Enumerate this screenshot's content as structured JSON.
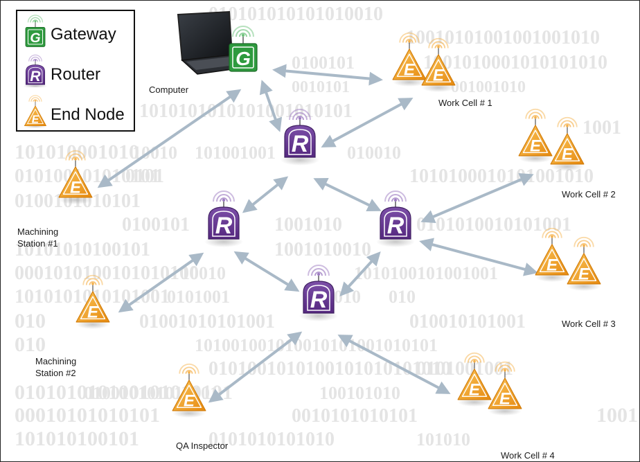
{
  "background": {
    "binary_strings": [
      "010101010101010010",
      "10010101001001001010",
      "0100101",
      "1001010001010101010",
      "0010101",
      "001001010",
      "1010101010101001010101",
      "1001",
      "101010001010",
      "10010",
      "101001001",
      "010010",
      "1010100010101001010",
      "010100101010101",
      "0101",
      "0100101010101",
      "0100101",
      "1001010",
      "0101010010101001",
      "10101010100101",
      "1001010010",
      "0001010100101010100",
      "10010",
      "1010100101001001",
      "1010101010101001",
      "0101001",
      "01010",
      "010",
      "010",
      "01001010101001",
      "010010101001",
      "010",
      "101001001010010101001010101",
      "0101001010100101010101010",
      "0101001001",
      "010101010100101010101",
      "010010101010101",
      "100101010",
      "00010101010101",
      "0010101010101",
      "1001",
      "101010100101",
      "0101010101010",
      "101010"
    ],
    "colors": {
      "binary": "#e4e4e4",
      "page": "#ffffff"
    }
  },
  "legend": {
    "items": [
      {
        "label": "Gateway",
        "icon": "gateway-icon",
        "letter": "G",
        "color": "#2e9a3e"
      },
      {
        "label": "Router",
        "icon": "router-icon",
        "letter": "R",
        "color": "#6a3c96"
      },
      {
        "label": "End Node",
        "icon": "end-node-icon",
        "letter": "E",
        "color": "#f2a325"
      }
    ]
  },
  "nodes": {
    "gateway": {
      "letter": "G",
      "label": "Computer",
      "color": "#2e9a3e"
    },
    "routers": [
      {
        "id": "router-top",
        "letter": "R"
      },
      {
        "id": "router-left",
        "letter": "R"
      },
      {
        "id": "router-right",
        "letter": "R"
      },
      {
        "id": "router-bottom",
        "letter": "R"
      }
    ],
    "end_nodes": [
      {
        "id": "work-cell-1",
        "label": "Work Cell # 1",
        "count": 2
      },
      {
        "id": "work-cell-2",
        "label": "Work Cell # 2",
        "count": 2
      },
      {
        "id": "work-cell-3",
        "label": "Work Cell # 3",
        "count": 2
      },
      {
        "id": "work-cell-4",
        "label": "Work Cell # 4",
        "count": 2
      },
      {
        "id": "machining-station-1",
        "label_lines": [
          "Machining",
          "Station #1"
        ],
        "count": 1
      },
      {
        "id": "machining-station-2",
        "label_lines": [
          "Machining",
          "Station #2"
        ],
        "count": 1
      },
      {
        "id": "qa-inspector",
        "label": "QA Inspector",
        "count": 1
      }
    ],
    "colors": {
      "router": "#6a3c96",
      "end_node": "#f2a325",
      "end_node_dark": "#e08a0c",
      "gateway": "#2e9a3e",
      "arrow": "#a9b9c7"
    }
  },
  "connections": [
    {
      "from": "gateway",
      "to": "work-cell-1"
    },
    {
      "from": "gateway",
      "to": "machining-station-1"
    },
    {
      "from": "gateway",
      "to": "router-top"
    },
    {
      "from": "router-top",
      "to": "work-cell-1"
    },
    {
      "from": "router-top",
      "to": "router-left"
    },
    {
      "from": "router-top",
      "to": "router-right"
    },
    {
      "from": "router-right",
      "to": "work-cell-2"
    },
    {
      "from": "router-right",
      "to": "work-cell-3"
    },
    {
      "from": "router-right",
      "to": "router-bottom"
    },
    {
      "from": "router-left",
      "to": "machining-station-2"
    },
    {
      "from": "router-left",
      "to": "router-bottom"
    },
    {
      "from": "router-bottom",
      "to": "qa-inspector"
    },
    {
      "from": "router-bottom",
      "to": "work-cell-4"
    }
  ]
}
